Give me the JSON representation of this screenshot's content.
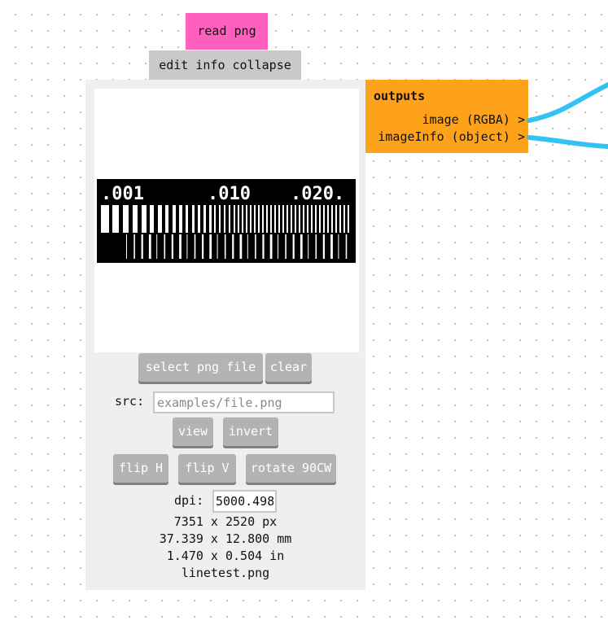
{
  "module": {
    "title": "read png",
    "actions": "edit info collapse"
  },
  "image_preview": {
    "labels": [
      ".001",
      ".010",
      ".020."
    ]
  },
  "buttons": {
    "select": "select png file",
    "clear": "clear",
    "view": "view",
    "invert": "invert",
    "flip_h": "flip H",
    "flip_v": "flip V",
    "rotate": "rotate 90CW"
  },
  "src": {
    "label": "src:",
    "placeholder": "examples/file.png"
  },
  "dpi": {
    "label": "dpi:",
    "value": "5000.498"
  },
  "info": {
    "px": "7351 x 2520 px",
    "mm": "37.339 x 12.800 mm",
    "in": "1.470 x 0.504 in",
    "filename": "linetest.png"
  },
  "outputs": {
    "title": "outputs",
    "ports": [
      {
        "label": "image (RGBA)",
        "marker": ">"
      },
      {
        "label": "imageInfo (object)",
        "marker": ">"
      }
    ]
  },
  "colors": {
    "title_bg": "#ff5fbf",
    "outputs_bg": "#ffa21b",
    "wire": "#33c2f2",
    "button_bg": "#b3b3b3"
  }
}
